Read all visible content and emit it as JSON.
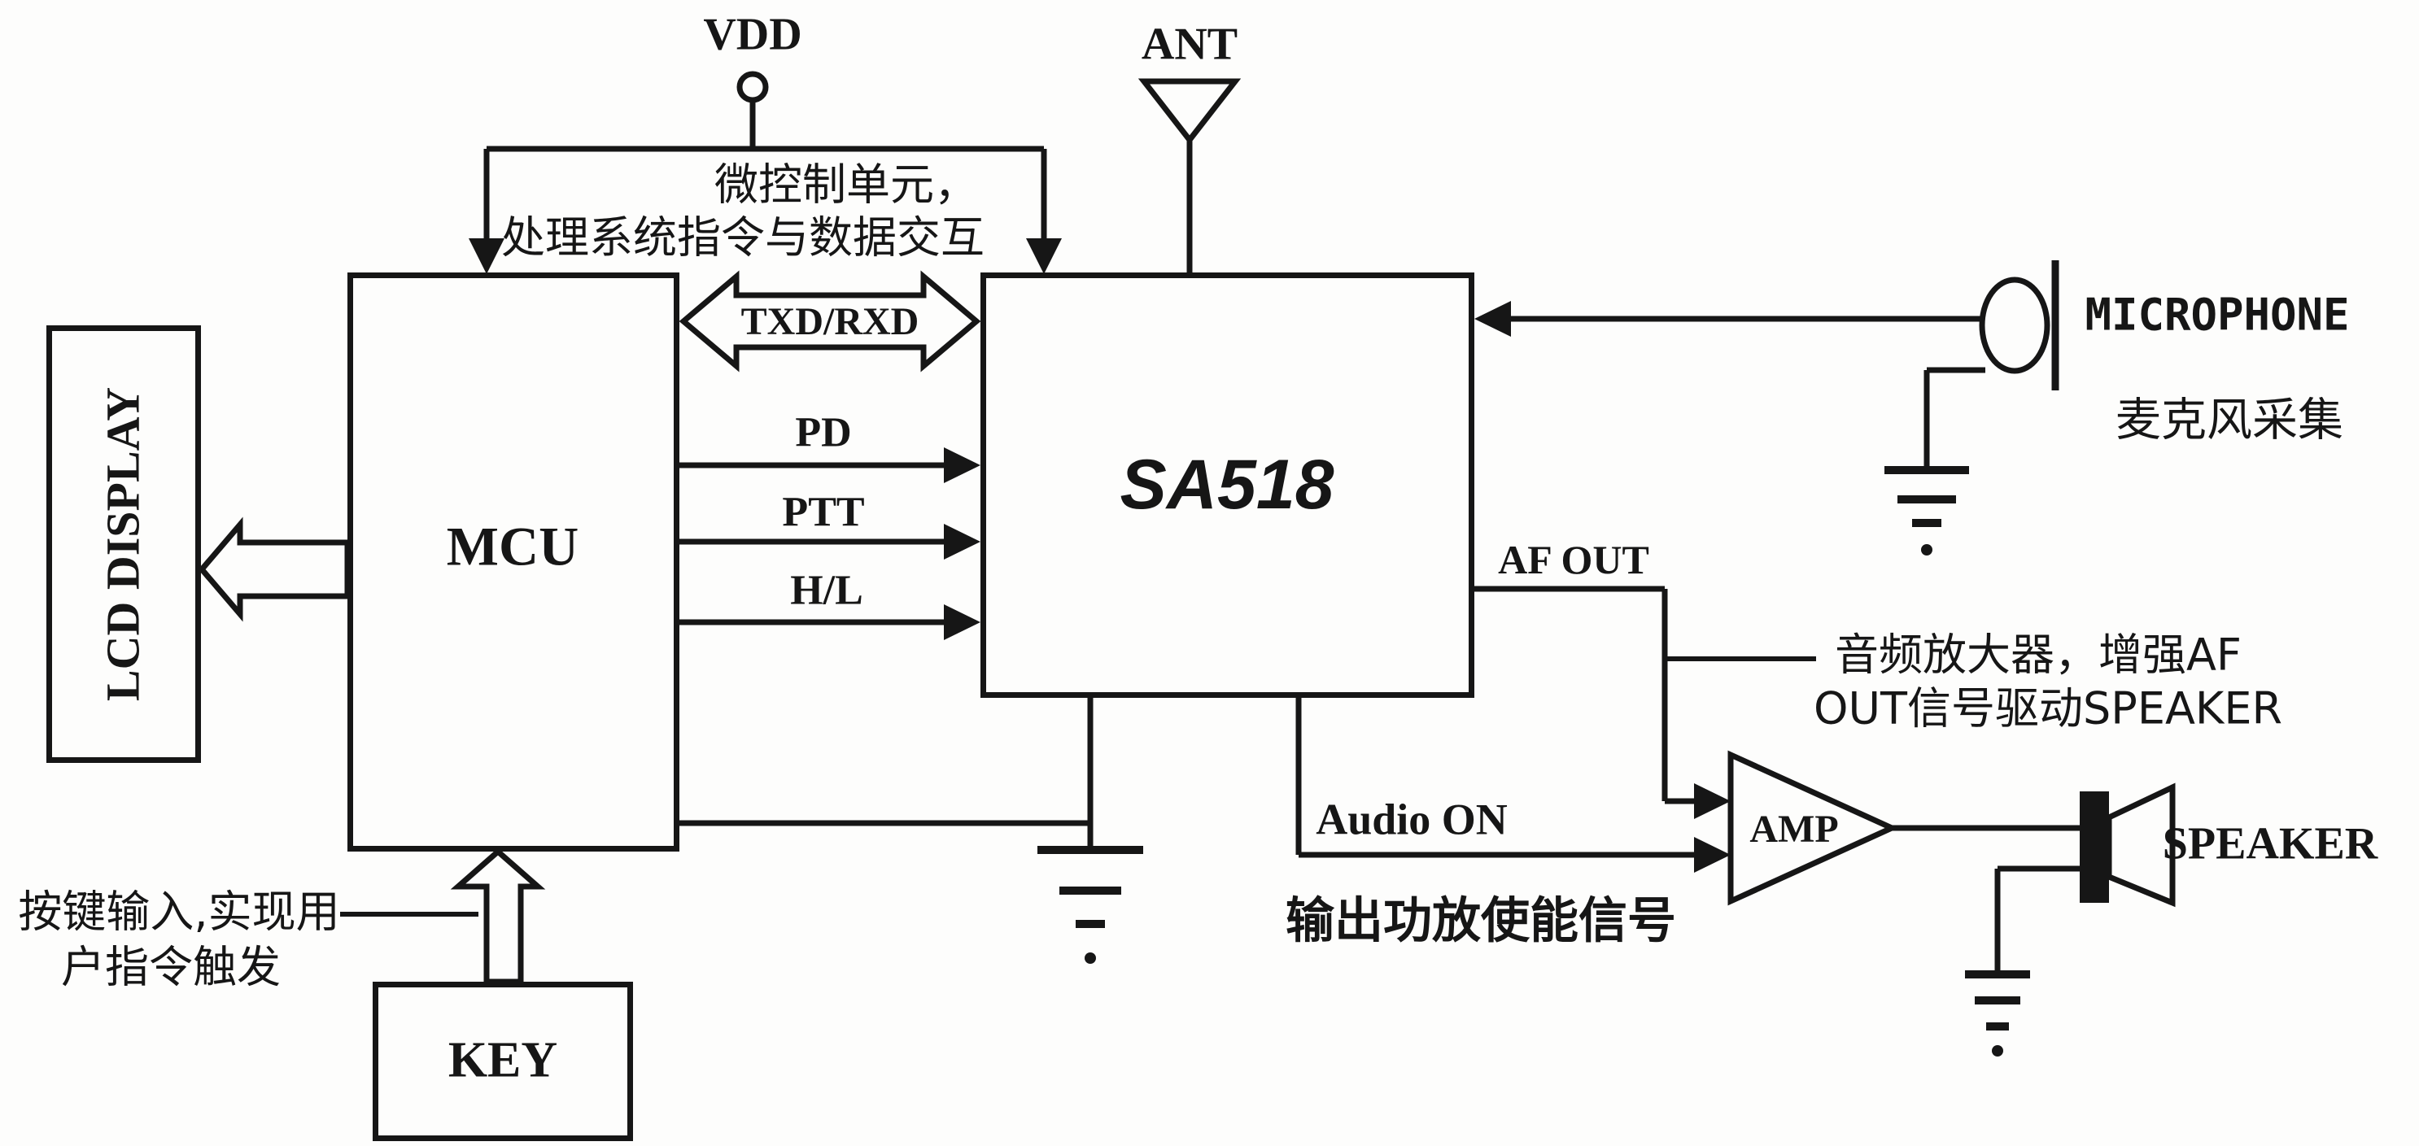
{
  "diagram": {
    "title_chip": "SA518",
    "power_label": "VDD",
    "antenna_label": "ANT",
    "blocks": {
      "lcd": "LCD DISPLAY",
      "mcu": "MCU",
      "key": "KEY",
      "amp": "AMP"
    },
    "signals": {
      "uart": "TXD/RXD",
      "pd": "PD",
      "ptt": "PTT",
      "hl": "H/L",
      "af_out": "AF OUT",
      "audio_on": "Audio ON"
    },
    "peripherals": {
      "microphone": "MICROPHONE",
      "speaker": "SPEAKER"
    },
    "annotations": {
      "mcu_note_line1": "微控制单元，",
      "mcu_note_line2": "处理系统指令与数据交互",
      "key_note_line1": "按键输入,实现用",
      "key_note_line2": "户指令触发",
      "amp_note_line1": "音频放大器，增强AF",
      "amp_note_line2": "OUT信号驱动SPEAKER",
      "audio_enable_note": "输出功放使能信号",
      "mic_note": "麦克风采集"
    },
    "colors": {
      "ink": "#161616",
      "background": "#fdfdfc"
    }
  }
}
